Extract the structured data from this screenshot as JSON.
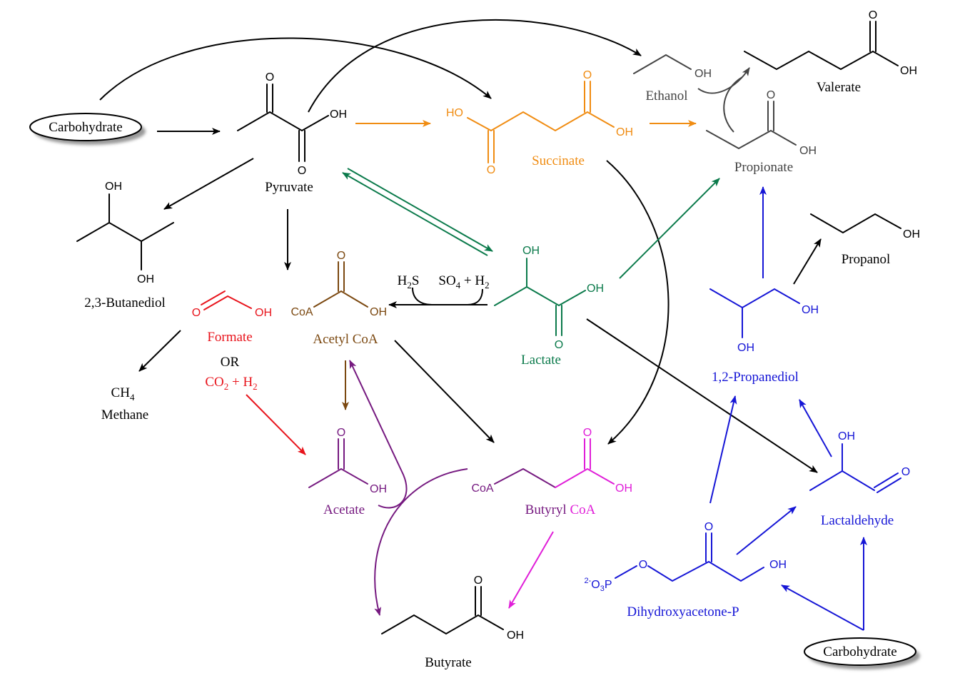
{
  "colors": {
    "black": "#000000",
    "gray": "#444444",
    "orange": "#f08c12",
    "green": "#0b7a4b",
    "red": "#e8141c",
    "brown": "#7b4810",
    "purple": "#761a80",
    "magenta": "#e01ed8",
    "blue": "#1515d6"
  },
  "atoms": {
    "O": "O",
    "OH": "OH",
    "HO": "HO",
    "CoA": "CoA",
    "phosphate_prefix": "2-",
    "phosphate": "O",
    "phosphate_sub": "3",
    "phosphate_P": "P"
  },
  "compounds": {
    "carbohydrate_top": "Carbohydrate",
    "carbohydrate_bottom": "Carbohydrate",
    "pyruvate": "Pyruvate",
    "succinate": "Succinate",
    "ethanol": "Ethanol",
    "valerate": "Valerate",
    "propionate": "Propionate",
    "butanediol": "2,3-Butanediol",
    "formate": "Formate",
    "or": "OR",
    "co2_h2": {
      "co": "CO",
      "sub2": "2",
      "plus_h": " + H",
      "sub2b": "2"
    },
    "methane_formula": {
      "ch": "CH",
      "sub4": "4"
    },
    "methane": "Methane",
    "acetyl_coa": "Acetyl CoA",
    "lactate": "Lactate",
    "h2s": {
      "h": "H",
      "sub2": "2",
      "s": "S"
    },
    "so4_h2": {
      "so": "SO",
      "sub4": "4",
      "plus_h": " + H",
      "sub2": "2"
    },
    "acetate": "Acetate",
    "butyryl": "Butyryl",
    "butyryl_coa_suffix": "CoA",
    "butyrate": "Butyrate",
    "propanol": "Propanol",
    "propanediol": "1,2-Propanediol",
    "lactaldehyde": "Lactaldehyde",
    "dhap": "Dihydroxyacetone-P"
  }
}
